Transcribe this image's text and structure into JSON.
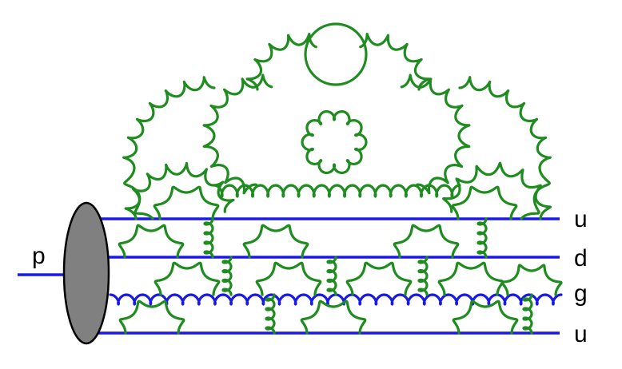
{
  "colors": {
    "quark": "#1a1ae6",
    "gluon": "#1f8c1f",
    "hadron_fill": "#808080",
    "hadron_stroke": "#000000"
  },
  "labels": {
    "proton": "p",
    "line_1": "u",
    "line_2": "d",
    "line_3": "g",
    "line_4": "u"
  }
}
